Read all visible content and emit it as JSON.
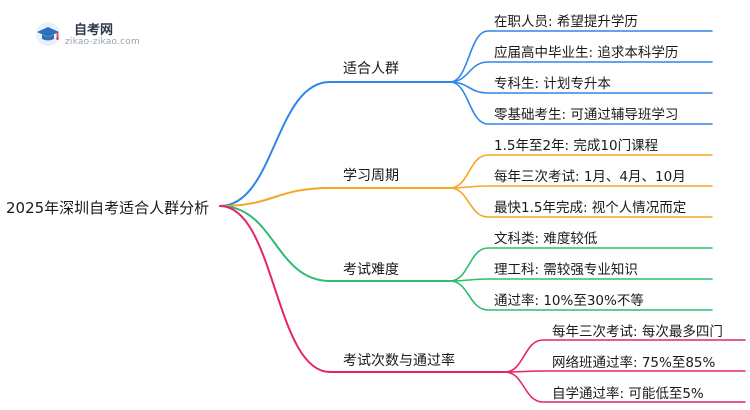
{
  "logo": {
    "title": "自考网",
    "url": "zikao-zikao.com"
  },
  "root": "2025年深圳自考适合人群分析",
  "colors": {
    "blue": "#2f86e8",
    "orange": "#f5a623",
    "green": "#2dbd6e",
    "pink": "#e6246e"
  },
  "branches": [
    {
      "label": "适合人群",
      "color": "blue",
      "items": [
        "在职人员: 希望提升学历",
        "应届高中毕业生: 追求本科学历",
        "专科生: 计划专升本",
        "零基础考生: 可通过辅导班学习"
      ]
    },
    {
      "label": "学习周期",
      "color": "orange",
      "items": [
        "1.5年至2年: 完成10门课程",
        "每年三次考试: 1月、4月、10月",
        "最快1.5年完成: 视个人情况而定"
      ]
    },
    {
      "label": "考试难度",
      "color": "green",
      "items": [
        "文科类: 难度较低",
        "理工科: 需较强专业知识",
        "通过率: 10%至30%不等"
      ]
    },
    {
      "label": "考试次数与通过率",
      "color": "pink",
      "items": [
        "每年三次考试: 每次最多四门",
        "网络班通过率: 75%至85%",
        "自学通过率: 可能低至5%"
      ]
    }
  ]
}
